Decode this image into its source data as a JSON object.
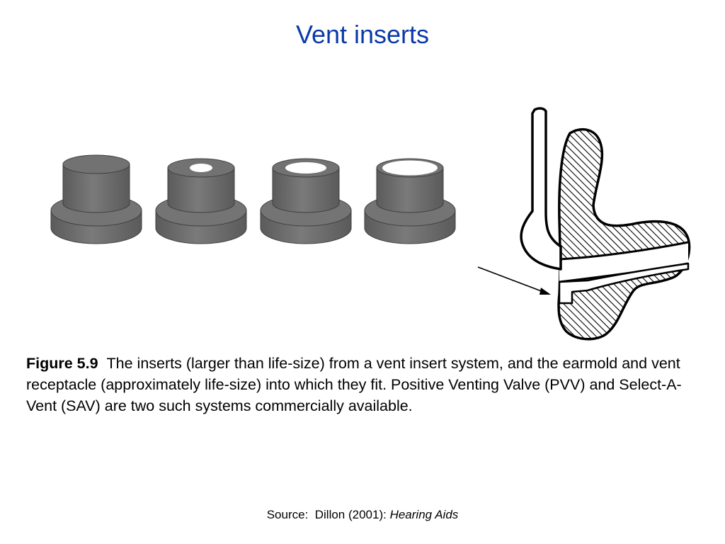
{
  "slide": {
    "title": "Vent inserts"
  },
  "caption": {
    "figure_label": "Figure 5.9",
    "text": "The inserts (larger than life-size) from a vent insert system, and the earmold and vent receptacle (approximately life-size) into which they fit.  Positive Venting Valve (PVV) and Select-A-Vent (SAV) are two such systems commercially available."
  },
  "source": {
    "prefix": "Source:  Dillon (2001): ",
    "work": "Hearing Aids"
  },
  "colors": {
    "title": "#0b3aa8",
    "insert_fill": "#6e6e6e",
    "insert_edge": "#3f3f3f"
  }
}
